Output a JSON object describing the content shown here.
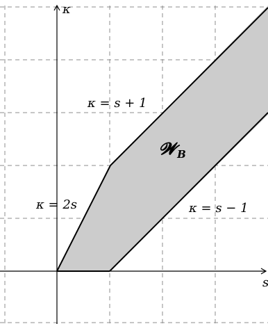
{
  "diagram": {
    "axes": {
      "horizontal_label": "s",
      "vertical_label": "κ"
    },
    "region": {
      "label": "𝓦B",
      "label_main": "𝓦",
      "label_sub": "B",
      "fill_color": "#cccccc"
    },
    "lines": {
      "upper": "κ = s + 1",
      "left": "κ = 2s",
      "lower": "κ = s − 1"
    },
    "grid": {
      "style": "dashed",
      "color": "#8c8c8c"
    }
  }
}
